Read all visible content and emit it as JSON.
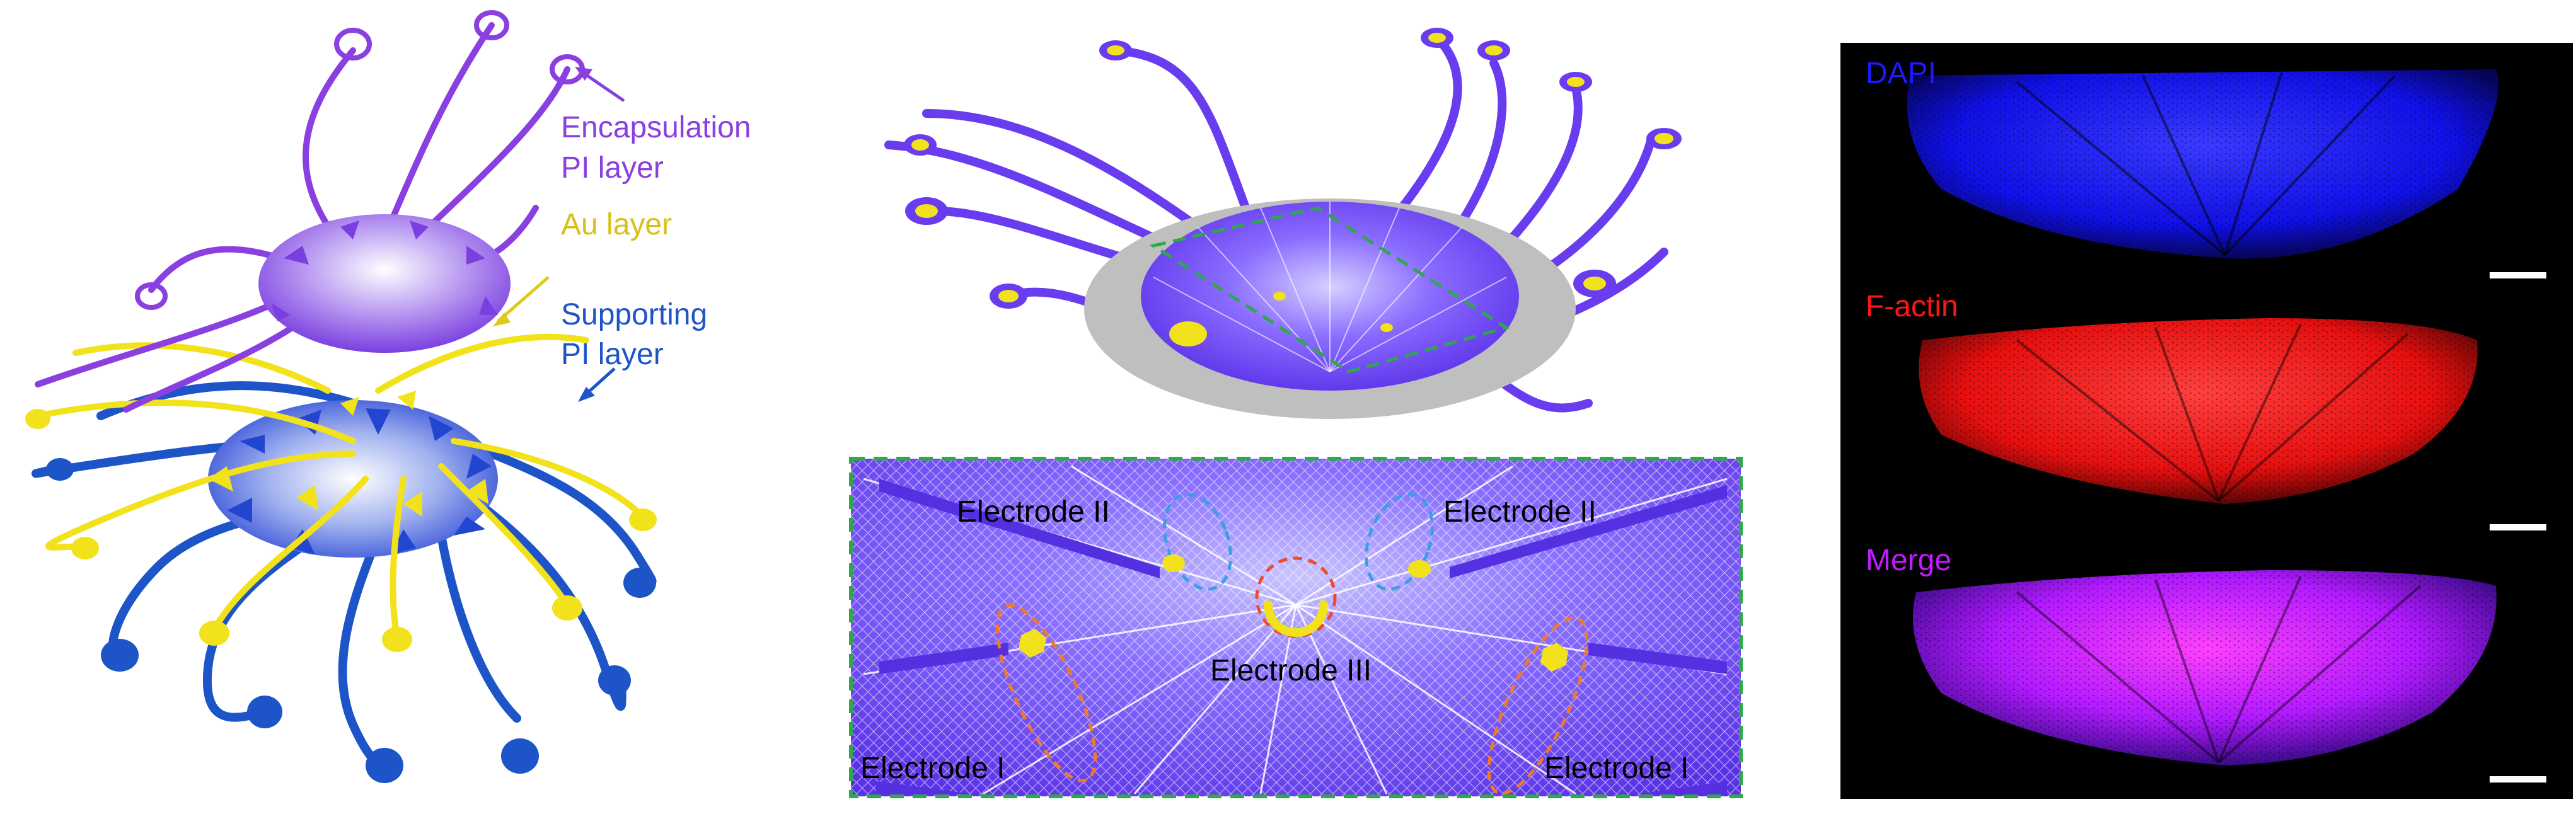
{
  "panel_a": {
    "label_encapsulation_line1": "Encapsulation",
    "label_encapsulation_line2": "PI layer",
    "label_au": "Au layer",
    "label_supporting_line1": "Supporting",
    "label_supporting_line2": "PI layer"
  },
  "panel_b_zoom": {
    "electrode_ii_left": "Electrode II",
    "electrode_ii_right": "Electrode II",
    "electrode_iii": "Electrode III",
    "electrode_i_left": "Electrode I",
    "electrode_i_right": "Electrode I"
  },
  "panel_c": {
    "dapi": "DAPI",
    "factin": "F-actin",
    "merge": "Merge"
  },
  "colors": {
    "encapsulation": "#8a3fe0",
    "au": "#f2e21c",
    "supporting": "#1d55c8",
    "device_purple": "#6a3cf0",
    "dapi_blue": "#1a1aff",
    "factin_red": "#ff1414",
    "merge_magenta": "#c41aff",
    "zoom_border": "#2ea84a"
  }
}
